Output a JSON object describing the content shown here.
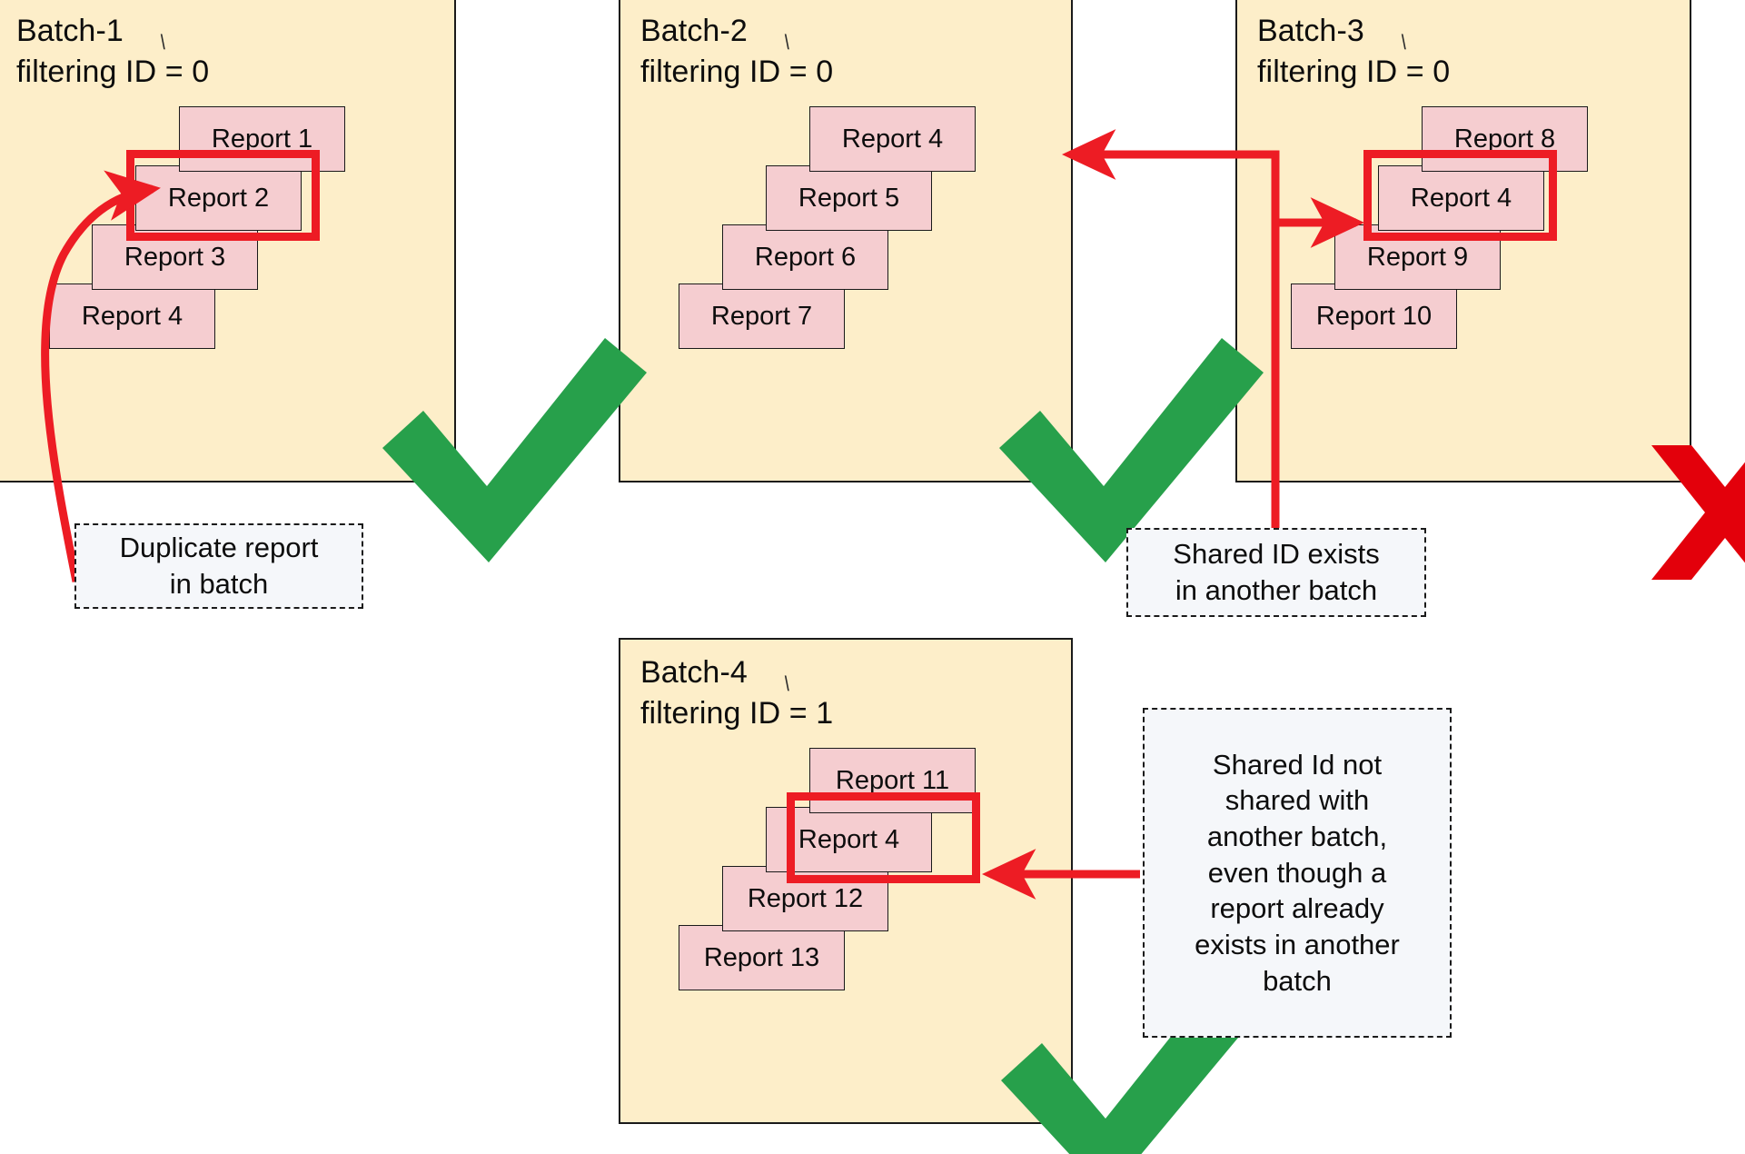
{
  "diagram": {
    "title_tick_glyph": "∖",
    "colors": {
      "batch_fill": "#fdeec9",
      "report_fill": "#f5cdd0",
      "highlight_red": "#ed1c24",
      "check_green": "#27a04b",
      "cross_red": "#e3000b",
      "callout_fill": "#f5f7fa",
      "outline": "#1a1a1a"
    },
    "batches": [
      {
        "id": "batch-1",
        "title": "Batch-1\nfiltering ID = 0",
        "name": "Batch-1",
        "filtering_id": "0",
        "status": "valid",
        "status_icon": "green-check-icon",
        "reports": [
          {
            "label": "Report 1",
            "highlighted": false
          },
          {
            "label": "Report 2",
            "highlighted": true
          },
          {
            "label": "Report 3",
            "highlighted": false
          },
          {
            "label": "Report 4",
            "highlighted": false
          }
        ]
      },
      {
        "id": "batch-2",
        "title": "Batch-2\nfiltering ID = 0",
        "name": "Batch-2",
        "filtering_id": "0",
        "status": "valid",
        "status_icon": "green-check-icon",
        "reports": [
          {
            "label": "Report 4",
            "highlighted": false
          },
          {
            "label": "Report 5",
            "highlighted": false
          },
          {
            "label": "Report 6",
            "highlighted": false
          },
          {
            "label": "Report 7",
            "highlighted": false
          }
        ]
      },
      {
        "id": "batch-3",
        "title": "Batch-3\nfiltering ID = 0",
        "name": "Batch-3",
        "filtering_id": "0",
        "status": "invalid",
        "status_icon": "red-cross-icon",
        "reports": [
          {
            "label": "Report 8",
            "highlighted": false
          },
          {
            "label": "Report 4",
            "highlighted": true
          },
          {
            "label": "Report 9",
            "highlighted": false
          },
          {
            "label": "Report 10",
            "highlighted": false
          }
        ]
      },
      {
        "id": "batch-4",
        "title": "Batch-4\nfiltering ID = 1",
        "name": "Batch-4",
        "filtering_id": "1",
        "status": "valid",
        "status_icon": "green-check-icon",
        "reports": [
          {
            "label": "Report 11",
            "highlighted": false
          },
          {
            "label": "Report 4",
            "highlighted": true
          },
          {
            "label": "Report 12",
            "highlighted": false
          },
          {
            "label": "Report 13",
            "highlighted": false
          }
        ]
      }
    ],
    "callouts": [
      {
        "id": "callout-duplicate",
        "text": "Duplicate report\nin batch",
        "points_to": "batch-1 Report 2"
      },
      {
        "id": "callout-shared-id-exists",
        "text": "Shared ID exists\nin another batch",
        "points_to": "batch-2 Report 4 and batch-3 Report 4"
      },
      {
        "id": "callout-shared-id-not-shared",
        "text": "Shared Id not\nshared with\nanother batch,\neven though a\nreport already\nexists in another\nbatch",
        "points_to": "batch-4 Report 4"
      }
    ]
  }
}
